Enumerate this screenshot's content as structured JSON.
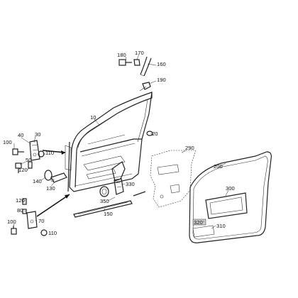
{
  "diagram": {
    "callouts": [
      {
        "id": "170",
        "text": "170"
      },
      {
        "id": "180",
        "text": "180"
      },
      {
        "id": "160",
        "text": "160"
      },
      {
        "id": "190",
        "text": "190"
      },
      {
        "id": "10",
        "text": "10"
      },
      {
        "id": "20",
        "text": "20"
      },
      {
        "id": "40",
        "text": "40"
      },
      {
        "id": "30",
        "text": "30"
      },
      {
        "id": "100a",
        "text": "100"
      },
      {
        "id": "50",
        "text": "50"
      },
      {
        "id": "110a",
        "text": "110"
      },
      {
        "id": "120a",
        "text": "120"
      },
      {
        "id": "140",
        "text": "140"
      },
      {
        "id": "130",
        "text": "130"
      },
      {
        "id": "330",
        "text": "330"
      },
      {
        "id": "290",
        "text": "290"
      },
      {
        "id": "200",
        "text": "200"
      },
      {
        "id": "300",
        "text": "300"
      },
      {
        "id": "320",
        "text": "320"
      },
      {
        "id": "310",
        "text": "310"
      },
      {
        "id": "350",
        "text": "350"
      },
      {
        "id": "150",
        "text": "150"
      },
      {
        "id": "120b",
        "text": "120"
      },
      {
        "id": "80",
        "text": "80"
      },
      {
        "id": "70",
        "text": "70"
      },
      {
        "id": "100b",
        "text": "100"
      },
      {
        "id": "110b",
        "text": "110"
      }
    ]
  }
}
